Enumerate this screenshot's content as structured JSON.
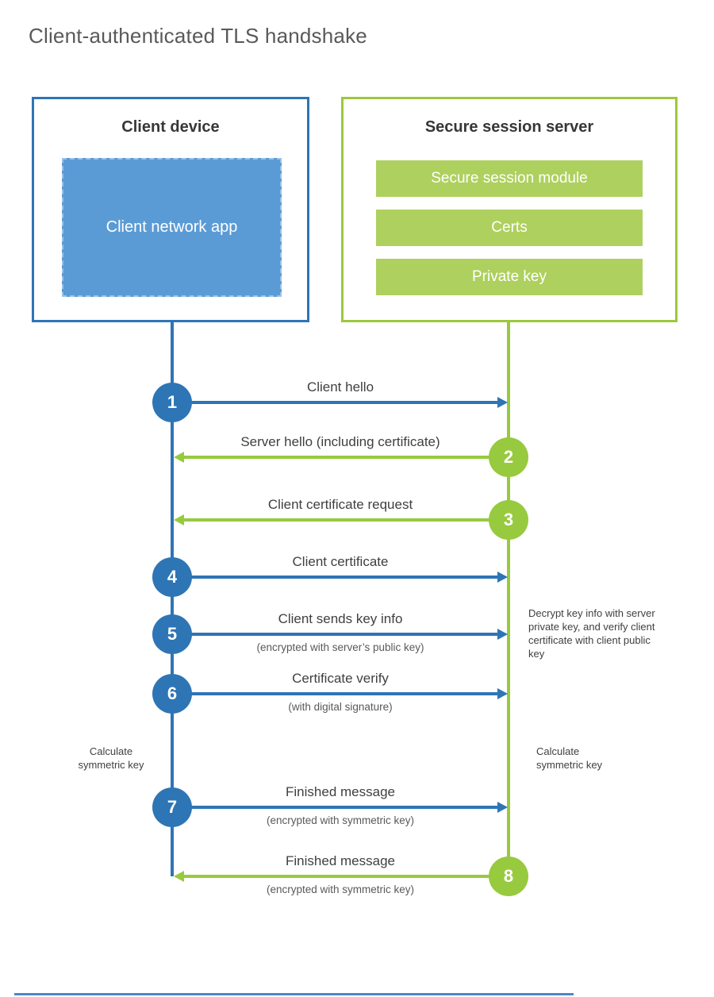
{
  "page": {
    "title": "Client-authenticated TLS handshake"
  },
  "colors": {
    "client_blue": "#2e75b5",
    "client_fill_blue": "#5b9bd5",
    "server_green": "#97ca3e",
    "server_fill_green": "#aed05e",
    "text_dark": "#404040",
    "text_gray": "#595959"
  },
  "client": {
    "title": "Client device",
    "app_label": "Client network app"
  },
  "server": {
    "title": "Secure session server",
    "modules": [
      "Secure session module",
      "Certs",
      "Private key"
    ]
  },
  "steps": [
    {
      "num": "1",
      "from": "client",
      "to": "server",
      "label": "Client hello",
      "sub": ""
    },
    {
      "num": "2",
      "from": "server",
      "to": "client",
      "label": "Server hello (including certificate)",
      "sub": ""
    },
    {
      "num": "3",
      "from": "server",
      "to": "client",
      "label": "Client certificate request",
      "sub": ""
    },
    {
      "num": "4",
      "from": "client",
      "to": "server",
      "label": "Client certificate",
      "sub": ""
    },
    {
      "num": "5",
      "from": "client",
      "to": "server",
      "label": "Client sends key info",
      "sub": "(encrypted with server’s public key)"
    },
    {
      "num": "6",
      "from": "client",
      "to": "server",
      "label": "Certificate verify",
      "sub": "(with digital signature)"
    },
    {
      "num": "7",
      "from": "client",
      "to": "server",
      "label": "Finished message",
      "sub": "(encrypted with symmetric key)"
    },
    {
      "num": "8",
      "from": "server",
      "to": "client",
      "label": "Finished message",
      "sub": "(encrypted with symmetric key)"
    }
  ],
  "notes": {
    "decrypt": "Decrypt key info with server private key, and verify client certificate with client public key",
    "calc_client": "Calculate symmetric key",
    "calc_server": "Calculate symmetric key"
  }
}
